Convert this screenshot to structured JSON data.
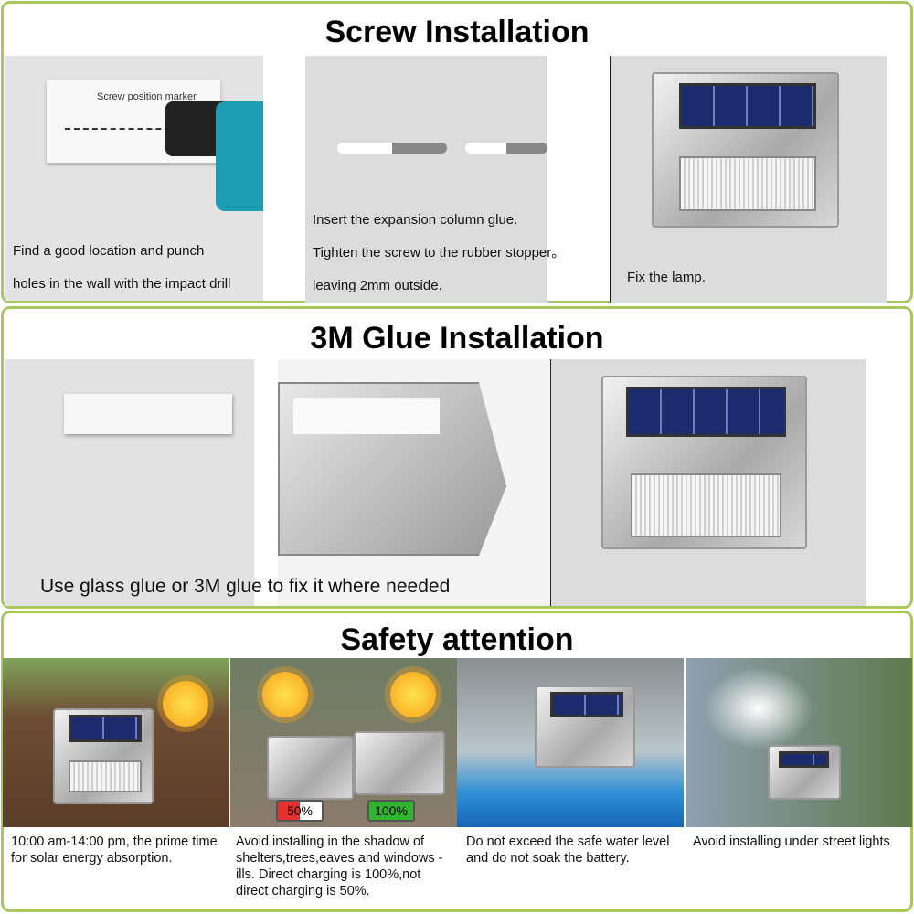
{
  "screw": {
    "title": "Screw Installation",
    "marker_label": "Screw position marker",
    "step1": [
      "Find a good location and punch",
      "holes in the wall with the impact drill"
    ],
    "step2": [
      "Insert the expansion column glue.",
      "Tighten the screw to the rubber stopper。",
      "leaving 2mm outside."
    ],
    "step3": "Fix the lamp."
  },
  "glue": {
    "title": "3M Glue Installation",
    "caption": "Use glass glue or 3M glue to fix it where needed"
  },
  "safety": {
    "title": "Safety attention",
    "battery_low": "50%",
    "battery_full": "100%",
    "items": [
      "10:00 am-14:00 pm, the prime time for solar energy absorption.",
      "Avoid installing in the shadow of shelters,trees,eaves and windows -ills. Direct charging is 100%,not direct charging is 50%.",
      "Do not exceed the safe water level and do not soak the battery.",
      "Avoid installing under street lights"
    ]
  },
  "colors": {
    "border": "#a9c85c",
    "battery_red": "#e53030",
    "battery_green": "#2fb52f"
  }
}
